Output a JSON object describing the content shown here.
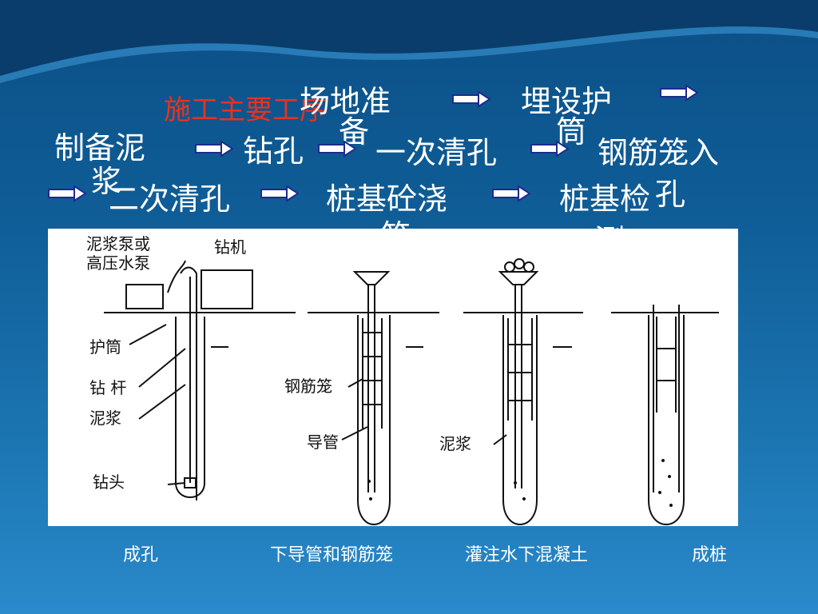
{
  "slide": {
    "title_red": "施工主要工序",
    "steps": {
      "s1": "场地准",
      "s1b": "备",
      "s2": "埋设护",
      "s2b": "筒",
      "s3": "制备泥",
      "s3b": "浆",
      "s4": "钻孔",
      "s5": "一次清孔",
      "s6": "钢筋笼入",
      "s6b": "孔",
      "s7": "二次清孔",
      "s8": "桩基砼浇",
      "s8b": "筑",
      "s9": "桩基检",
      "s9b": "测"
    },
    "diagram_labels": {
      "pump": "泥浆泵或",
      "pump2": "高压水泵",
      "rig": "钻机",
      "casing": "护筒",
      "rod": "钻  杆",
      "mud": "泥浆",
      "bit": "钻头",
      "cage": "钢筋笼",
      "tremie": "导管",
      "mud2": "泥浆"
    },
    "captions": [
      "成孔",
      "下导管和钢筋笼",
      "灌注水下混凝土",
      "成桩"
    ]
  }
}
